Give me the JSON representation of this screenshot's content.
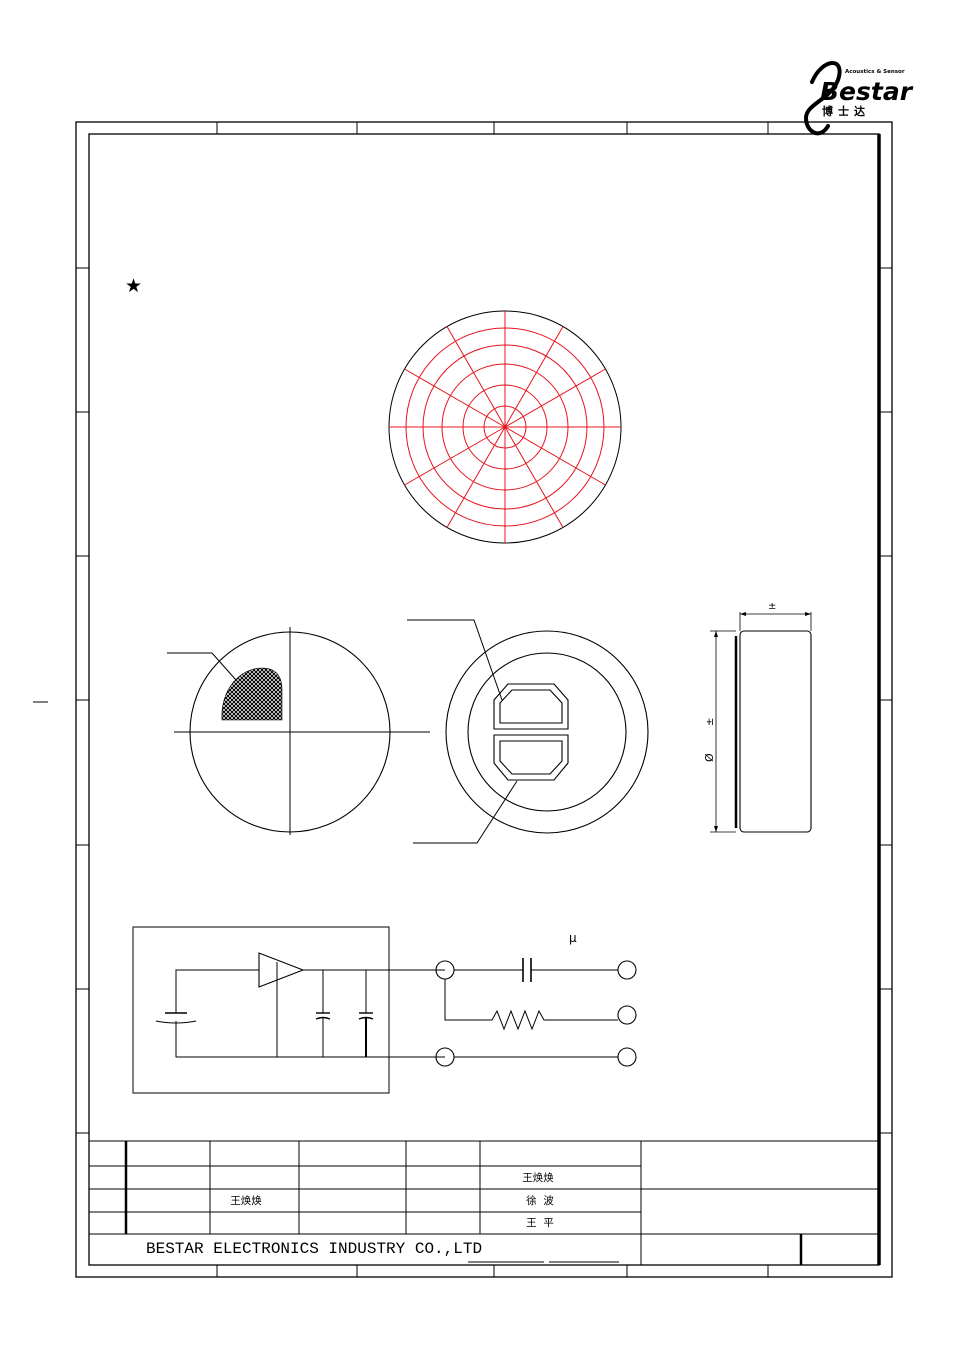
{
  "logo": {
    "brand": "Bestar",
    "tagline": "Acoustics & Sensor",
    "chinese": "博士达"
  },
  "notes": {
    "star": "★"
  },
  "side_view": {
    "plus_minus_top": "±",
    "diameter_symbol": "Ø",
    "plus_minus_side": "±"
  },
  "circuit": {
    "unit_mu": "μ"
  },
  "title_block": {
    "company": "BESTAR ELECTRONICS INDUSTRY CO.,LTD",
    "names": [
      "王焕焕",
      "王焕焕",
      "徐  波",
      "王  平"
    ]
  },
  "colors": {
    "lens_grid": "#e8141e",
    "ink": "#000000"
  }
}
